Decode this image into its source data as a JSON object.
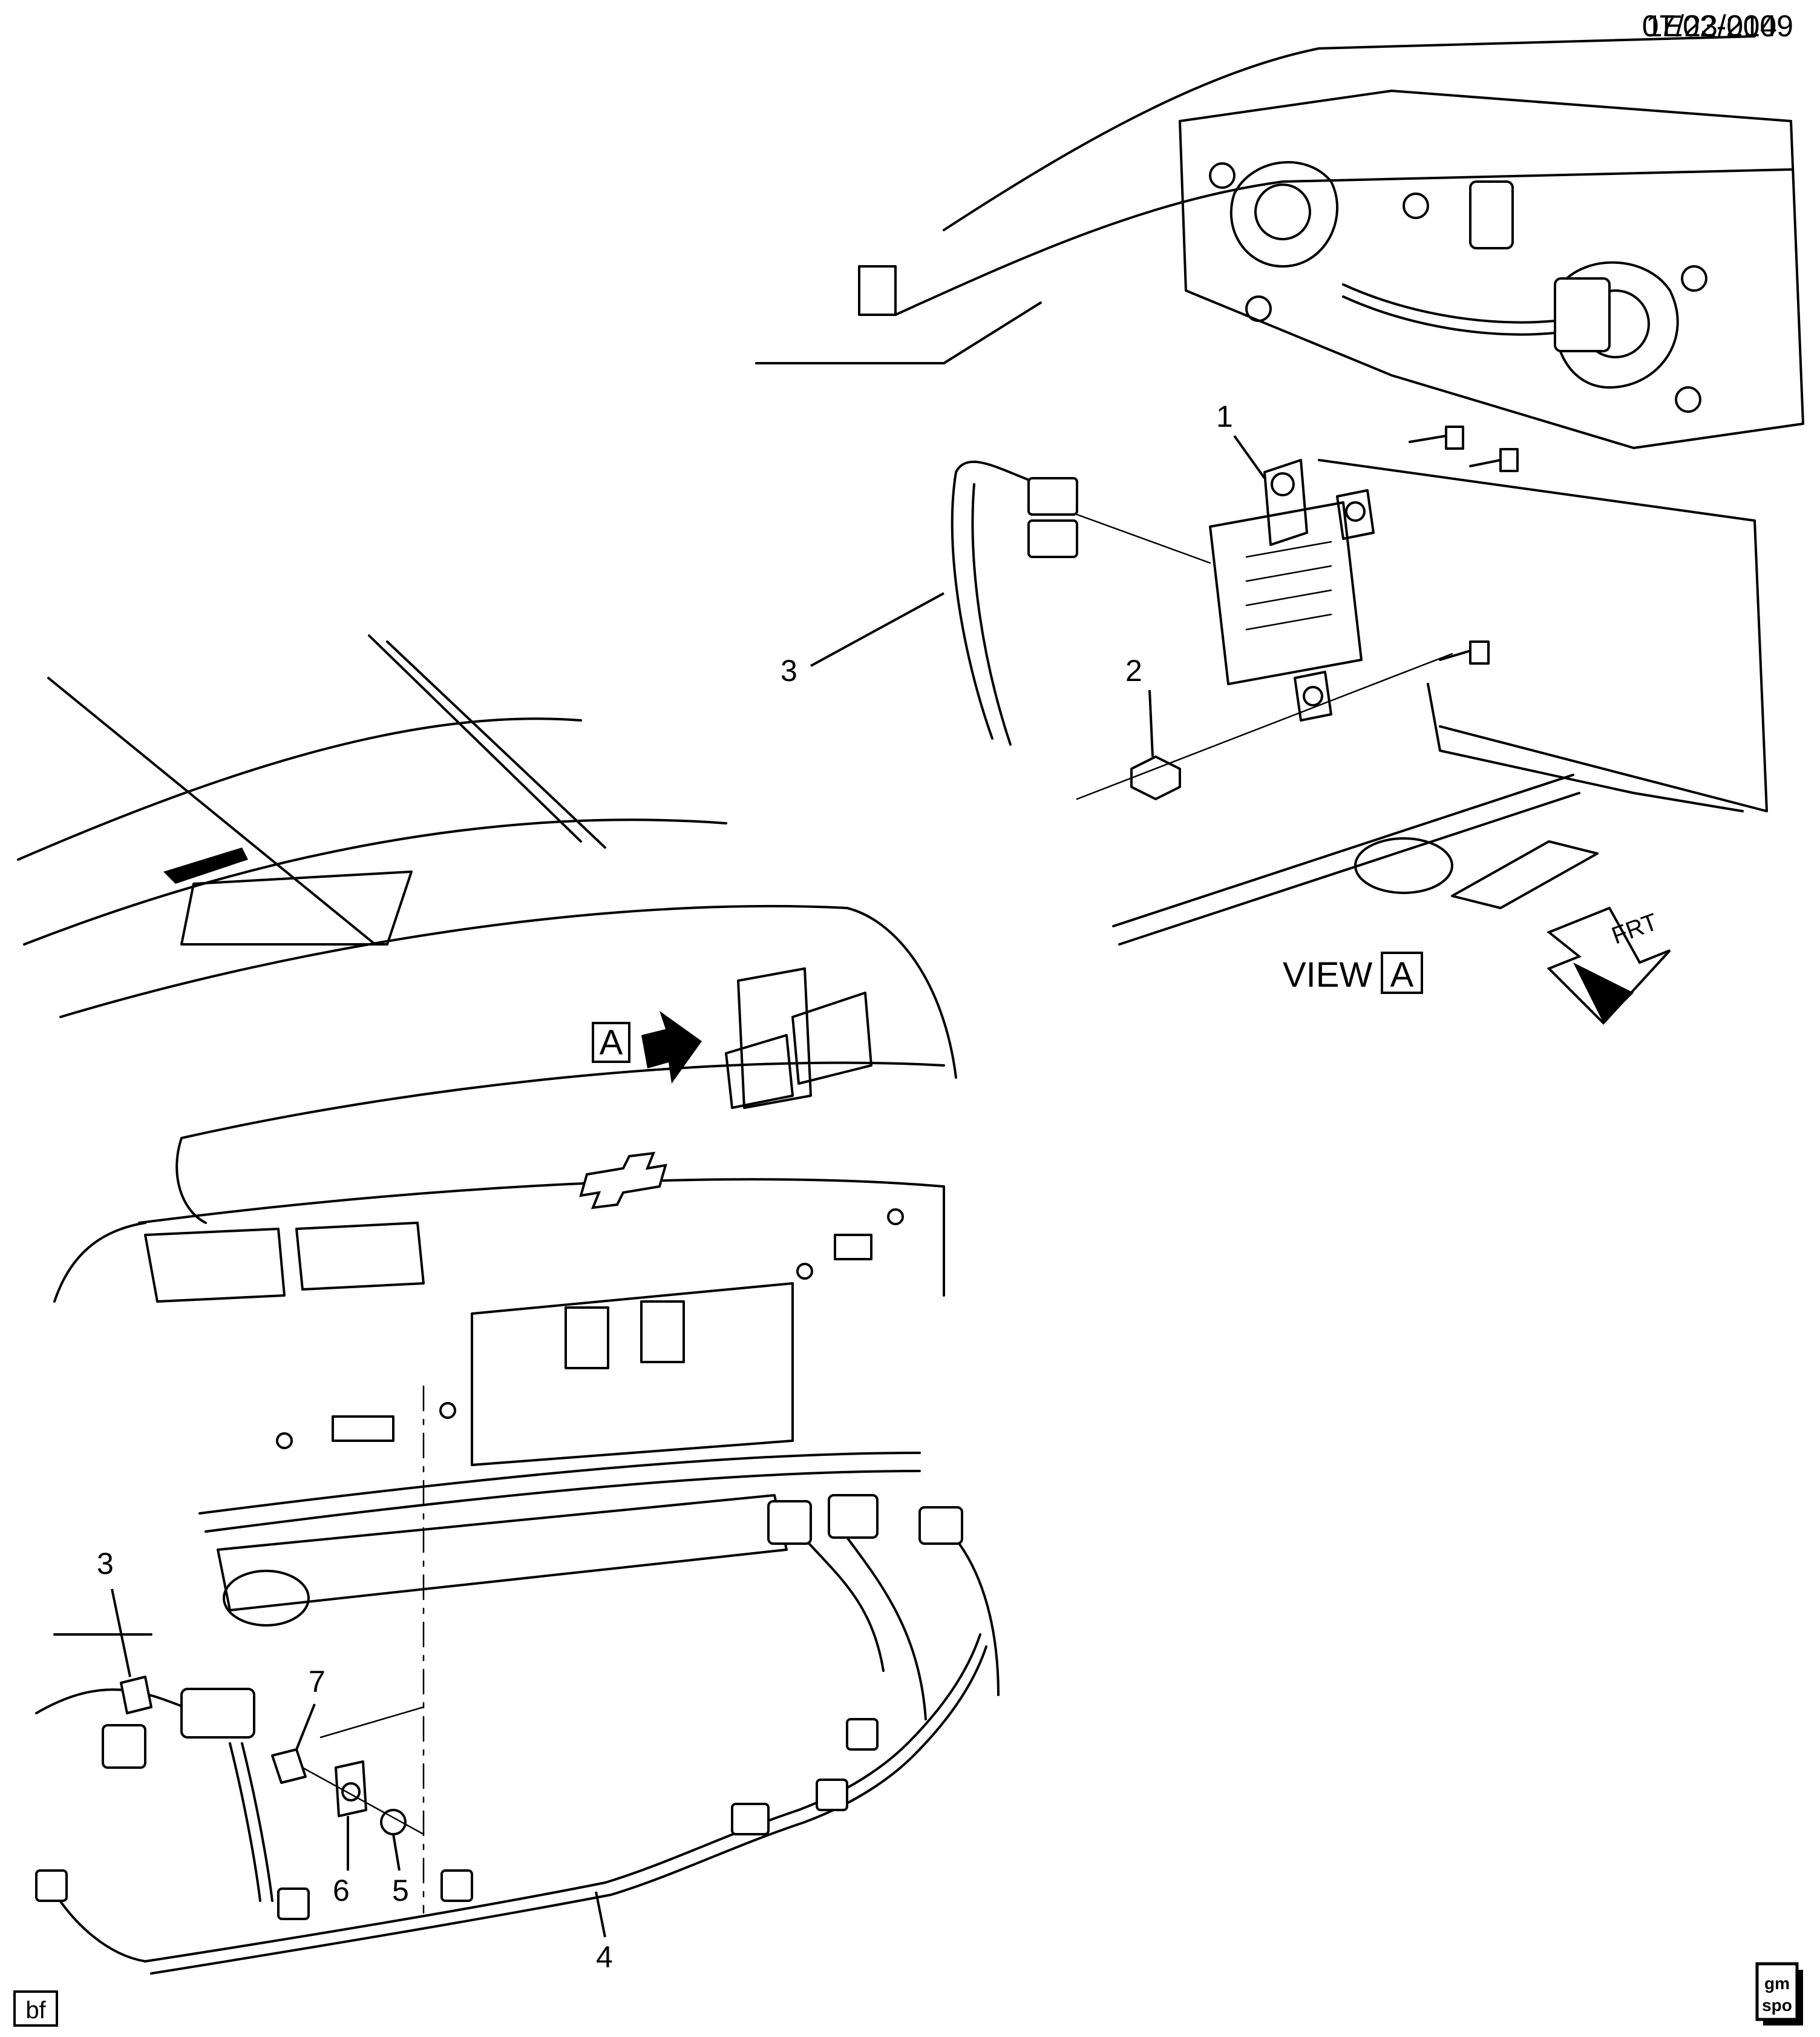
{
  "diagram": {
    "id": "1E02-014",
    "date": "07/23/2009",
    "author_initials": "bf",
    "logo_text_top": "gm",
    "logo_text_bottom": "spo"
  },
  "view": {
    "label": "VIEW",
    "letter": "A",
    "direction_label": "FRT"
  },
  "view_marker": {
    "letter": "A"
  },
  "callouts": [
    "1",
    "2",
    "3",
    "3",
    "4",
    "5",
    "6",
    "7"
  ]
}
